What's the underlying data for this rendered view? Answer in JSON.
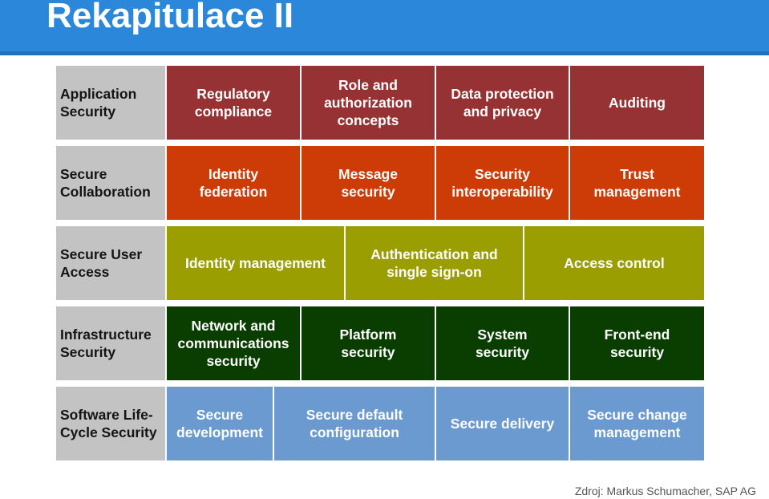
{
  "header": {
    "title": "Rekapitulace II"
  },
  "footer": {
    "source": "Zdroj: Markus Schumacher, SAP AG"
  },
  "layers": [
    {
      "label": "Application\nSecurity",
      "color": "#973234",
      "items": [
        "Regulatory\ncompliance",
        "Role and\nauthorization\nconcepts",
        "Data protection\nand privacy",
        "Auditing"
      ]
    },
    {
      "label": "Secure\nCollaboration",
      "color": "#cd3b06",
      "items": [
        "Identity\nfederation",
        "Message\nsecurity",
        "Security\ninteroperability",
        "Trust\nmanagement"
      ]
    },
    {
      "label": "Secure User\nAccess",
      "color": "#9b9e00",
      "items": [
        "Identity management",
        "Authentication and\nsingle sign-on",
        "Access control"
      ]
    },
    {
      "label": "Infrastructure\nSecurity",
      "color": "#0a3d00",
      "items": [
        "Network and\ncommunications\nsecurity",
        "Platform\nsecurity",
        "System\nsecurity",
        "Front-end\nsecurity"
      ]
    },
    {
      "label": "Software Life-\nCycle Security",
      "color": "#6a9ad0",
      "items": [
        "Secure\ndevelopment",
        "Secure default\nconfiguration",
        "Secure delivery",
        "Secure change\nmanagement"
      ]
    }
  ]
}
